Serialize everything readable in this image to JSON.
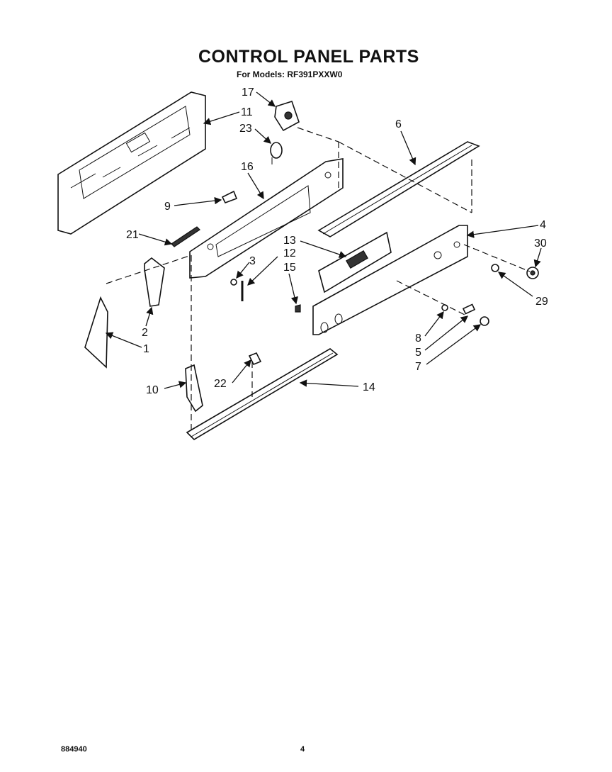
{
  "header": {
    "title": "CONTROL PANEL PARTS",
    "subtitle": "For Models: RF391PXXW0"
  },
  "footer": {
    "code": "884940",
    "page": "4"
  },
  "callouts": {
    "c1": "1",
    "c2": "2",
    "c3": "3",
    "c4": "4",
    "c5": "5",
    "c6": "6",
    "c7": "7",
    "c8": "8",
    "c9": "9",
    "c10": "10",
    "c11": "11",
    "c12": "12",
    "c13": "13",
    "c14": "14",
    "c15": "15",
    "c16": "16",
    "c17": "17",
    "c21": "21",
    "c22": "22",
    "c23": "23",
    "c29": "29",
    "c30": "30"
  }
}
